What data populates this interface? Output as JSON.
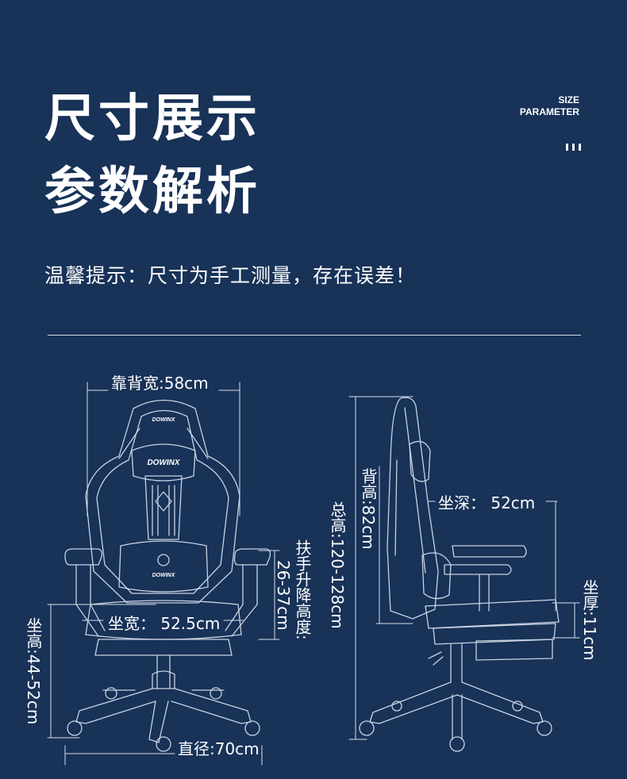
{
  "header": {
    "title_line1": "尺寸展示",
    "title_line2": "参数解析",
    "en_line1": "SIZE",
    "en_line2": "PARAMETER",
    "bars_icon": "three-bars-icon"
  },
  "notice": "温馨提示：尺寸为手工测量，存在误差！",
  "front_view": {
    "brand_logo_top": "DOWINX",
    "brand_logo_bottom": "DOWINX",
    "backrest_width": "靠背宽:58cm",
    "seat_width": "坐宽：  52.5cm",
    "armrest_height_a": "扶手升降高度:",
    "armrest_height_b": "26-37cm",
    "seat_height": "坐高:44-52cm",
    "diameter": "直径:70cm"
  },
  "side_view": {
    "back_height": "背高:82cm",
    "total_height": "总高:120-128cm",
    "seat_depth": "坐深：  52cm",
    "seat_thickness": "坐厚:11cm"
  },
  "colors": {
    "background": "#183258",
    "line": "#c9d3e2",
    "text": "#ffffff"
  }
}
